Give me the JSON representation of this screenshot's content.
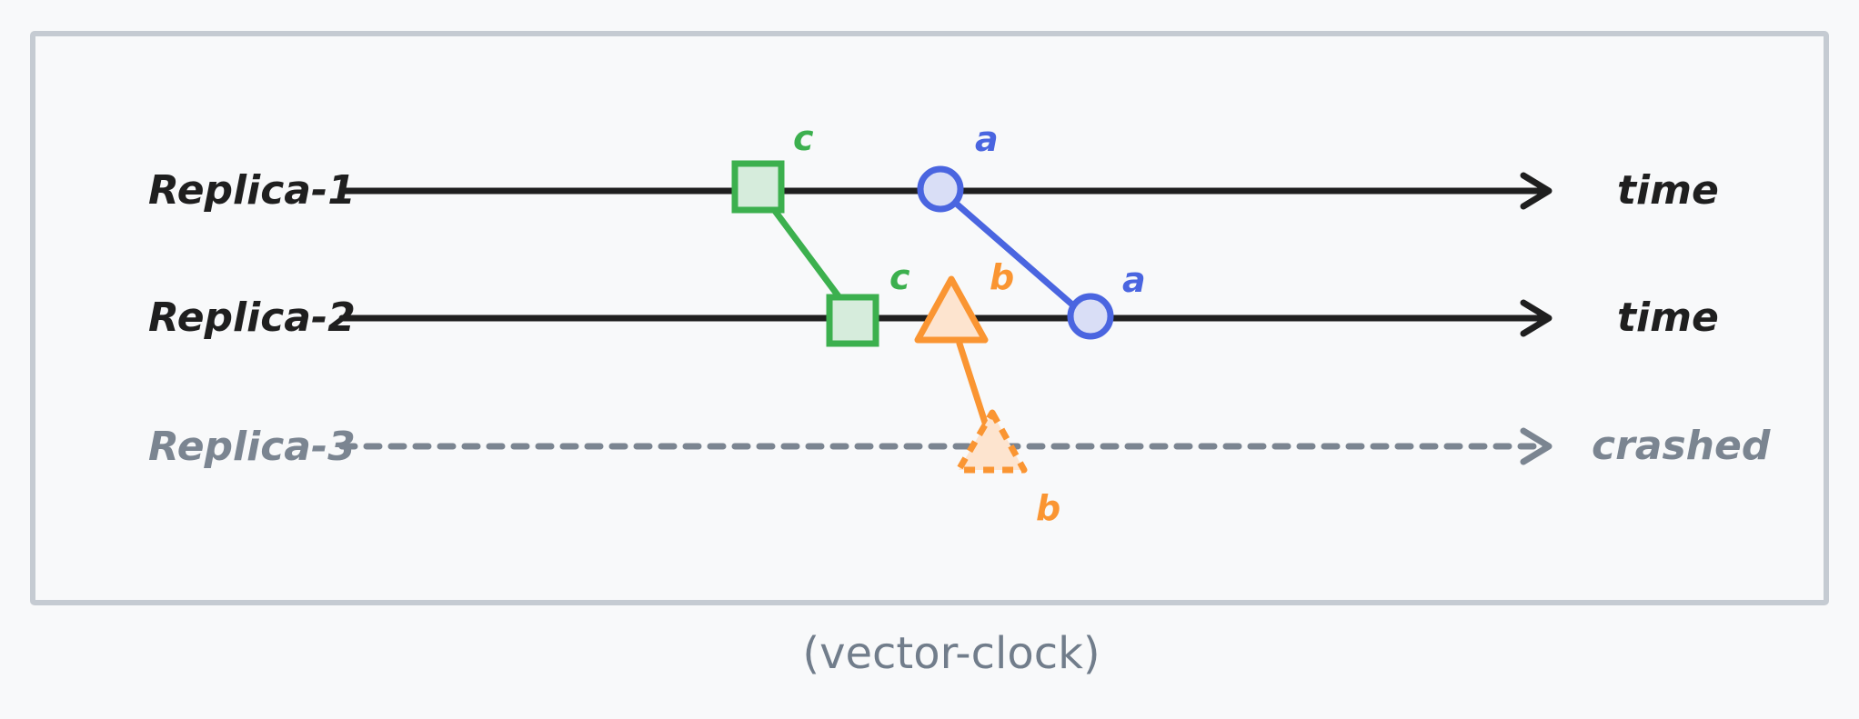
{
  "caption": "(vector-clock)",
  "replicas": [
    {
      "label": "Replica-1",
      "status": "time"
    },
    {
      "label": "Replica-2",
      "status": "time"
    },
    {
      "label": "Replica-3",
      "status": "crashed"
    }
  ],
  "events": {
    "c_r1": "c",
    "c_r2": "c",
    "a_r1": "a",
    "a_r2": "a",
    "b_r2": "b",
    "b_r3": "b"
  },
  "colors": {
    "background": "#f8f9fa",
    "frame": "#c5cbd2",
    "line": "#1f1f1f",
    "crashed": "#7b8591",
    "green": "#3cb04e",
    "green_fill": "#d6ecdc",
    "blue": "#4a65e0",
    "blue_fill": "#d9def6",
    "orange": "#fa9532",
    "orange_fill": "#fde4cf",
    "caption": "#717d8b"
  }
}
